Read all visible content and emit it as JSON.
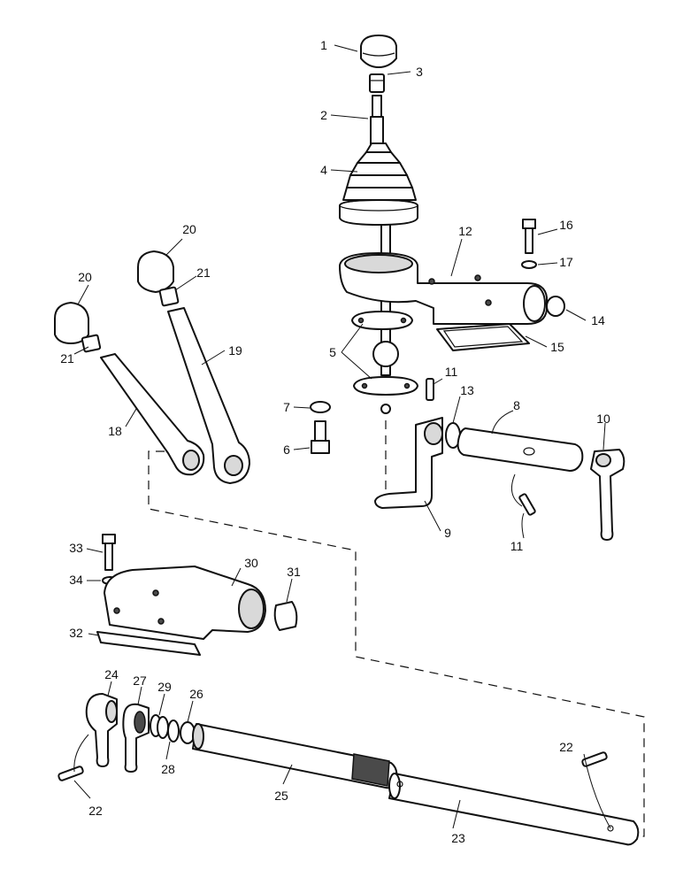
{
  "labels": {
    "p1": "1",
    "p2": "2",
    "p3": "3",
    "p4": "4",
    "p5": "5",
    "p6": "6",
    "p7": "7",
    "p8": "8",
    "p9": "9",
    "p10": "10",
    "p11a": "11",
    "p11b": "11",
    "p12": "12",
    "p13": "13",
    "p14": "14",
    "p15": "15",
    "p16": "16",
    "p17": "17",
    "p18": "18",
    "p19": "19",
    "p20a": "20",
    "p20b": "20",
    "p21a": "21",
    "p21b": "21",
    "p22a": "22",
    "p22b": "22",
    "p23": "23",
    "p24": "24",
    "p25": "25",
    "p26": "26",
    "p27": "27",
    "p28": "28",
    "p29": "29",
    "p30": "30",
    "p31": "31",
    "p32": "32",
    "p33": "33",
    "p34": "34"
  }
}
